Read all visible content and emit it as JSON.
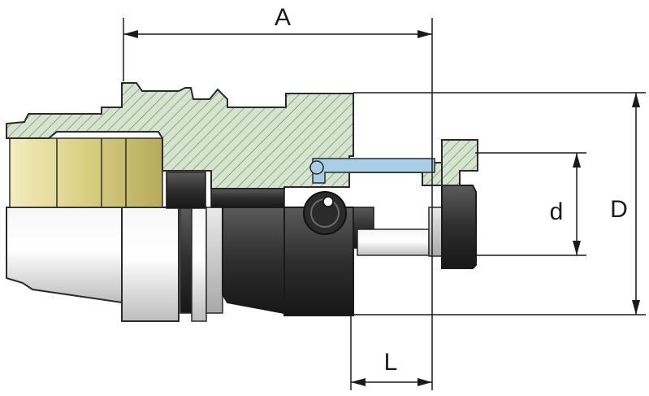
{
  "diagram": {
    "dimensions": {
      "A": "A",
      "L": "L",
      "d": "d",
      "D": "D"
    },
    "colors": {
      "section_fill": "#d6e3cf",
      "hatch": "#8aa882",
      "outline": "#2a2a2a",
      "coolant_tube": "#a9cfe6",
      "collet_body": "#e7df9f",
      "dark_part": "#3a3a3a",
      "light_part": "#eeeeee",
      "dimension_line": "#1a1a1a"
    }
  }
}
